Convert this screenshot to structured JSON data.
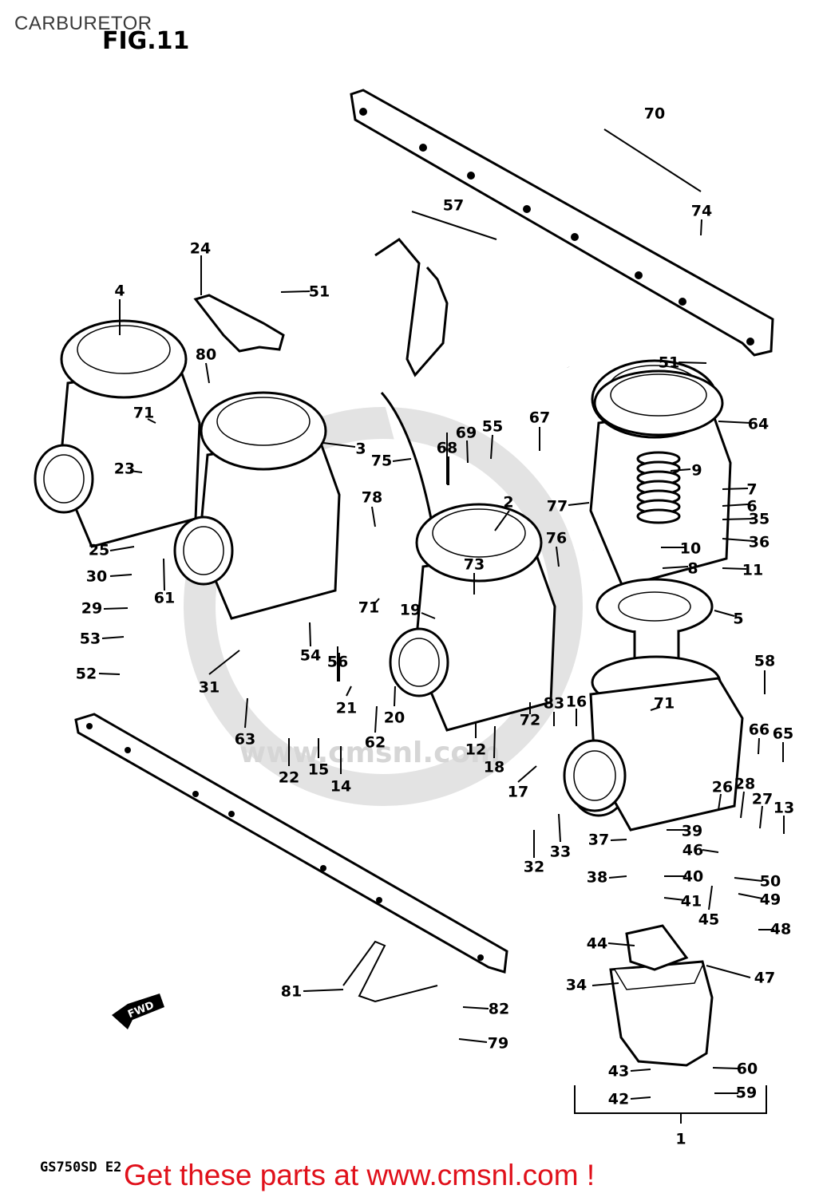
{
  "header": {
    "title": "CARBURETOR",
    "figure": "FIG.11"
  },
  "footer": {
    "model": "GS750SD E2",
    "promo": "Get these parts at www.cmsnl.com !"
  },
  "diagram": {
    "watermark": "www.cmsnl.com",
    "forward_marker": "FWD",
    "part_callouts": [
      "1",
      "2",
      "3",
      "4",
      "5",
      "6",
      "7",
      "8",
      "9",
      "10",
      "11",
      "12",
      "13",
      "14",
      "15",
      "16",
      "17",
      "18",
      "19",
      "20",
      "21",
      "22",
      "23",
      "24",
      "25",
      "26",
      "27",
      "28",
      "29",
      "30",
      "31",
      "32",
      "33",
      "34",
      "35",
      "36",
      "37",
      "38",
      "39",
      "40",
      "41",
      "42",
      "43",
      "44",
      "45",
      "46",
      "47",
      "48",
      "49",
      "50",
      "51",
      "51",
      "52",
      "53",
      "54",
      "55",
      "56",
      "57",
      "58",
      "59",
      "60",
      "61",
      "62",
      "63",
      "64",
      "65",
      "66",
      "67",
      "68",
      "69",
      "70",
      "71",
      "71",
      "71",
      "72",
      "73",
      "74",
      "75",
      "76",
      "77",
      "78",
      "79",
      "80",
      "81",
      "82",
      "83"
    ]
  }
}
